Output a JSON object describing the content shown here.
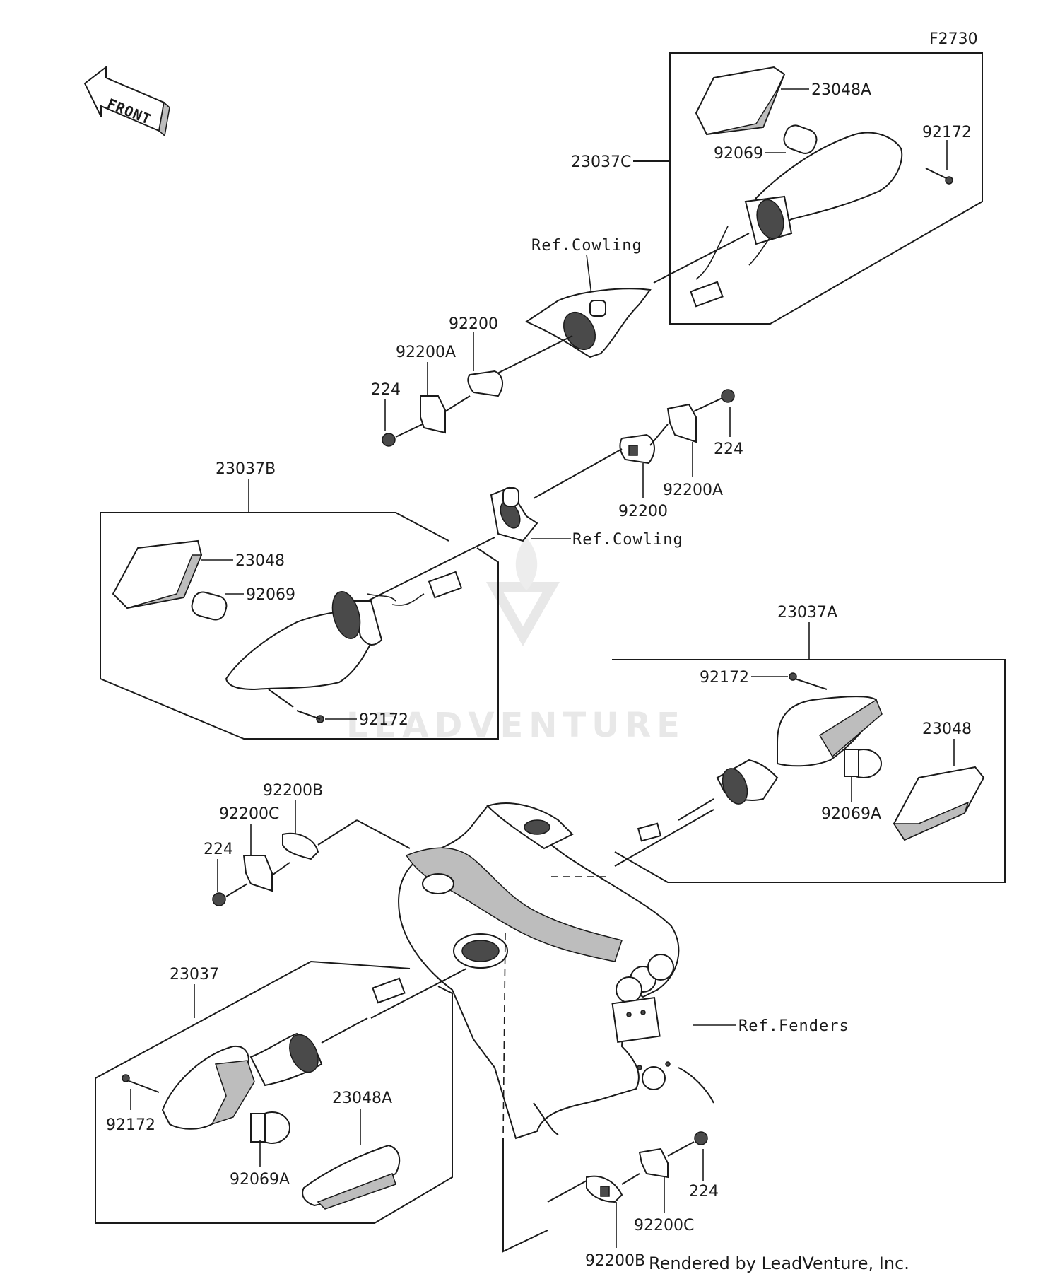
{
  "figure_code": "F2730",
  "front_label": "FRONT",
  "watermark": "LEADVENTURE",
  "credit": "Rendered by LeadVenture, Inc.",
  "labels": {
    "c_23048A": "23048A",
    "c_92069": "92069",
    "c_92172": "92172",
    "c_23037C": "23037C",
    "c_ref_cowling": "Ref.Cowling",
    "tl_92200": "92200",
    "tl_92200A": "92200A",
    "tl_224": "224",
    "tr_224": "224",
    "tr_92200A": "92200A",
    "tr_92200": "92200",
    "tr_ref_cowling": "Ref.Cowling",
    "b_23037B": "23037B",
    "b_23048": "23048",
    "b_92069": "92069",
    "b_92172": "92172",
    "a_23037A": "23037A",
    "a_92172": "92172",
    "a_23048": "23048",
    "a_92069A": "92069A",
    "bl_92200B": "92200B",
    "bl_92200C": "92200C",
    "bl_224": "224",
    "ref_fenders": "Ref.Fenders",
    "m_23037": "23037",
    "m_92172": "92172",
    "m_23048A": "23048A",
    "m_92069A": "92069A",
    "br_224": "224",
    "br_92200C": "92200C",
    "br_92200B": "92200B"
  }
}
